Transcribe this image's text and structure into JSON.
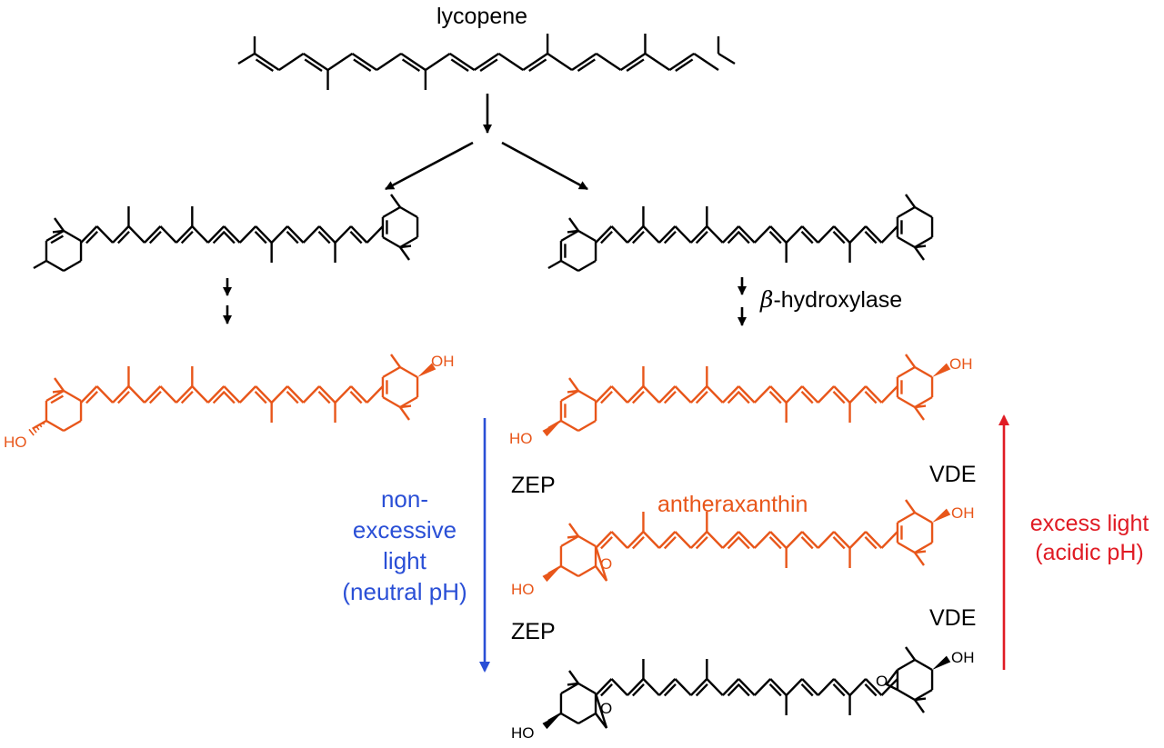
{
  "molecules": {
    "lycopene": {
      "name": "lycopene"
    },
    "alpha_carotene": {
      "name": ""
    },
    "beta_carotene": {
      "name": ""
    },
    "lutein": {
      "name": "",
      "hydroxyl_right": "OH",
      "hydroxyl_left": "HO"
    },
    "zeaxanthin": {
      "name": "",
      "hydroxyl_right": "OH",
      "hydroxyl_left": "HO"
    },
    "antheraxanthin": {
      "name": "antheraxanthin",
      "hydroxyl_right": "OH",
      "hydroxyl_left": "HO",
      "epoxide": "O"
    },
    "violaxanthin": {
      "name": "",
      "hydroxyl_right": "OH",
      "hydroxyl_left": "HO",
      "epoxide_left": "O",
      "epoxide_right": "O"
    }
  },
  "enzymes": {
    "hydroxylase": {
      "symbol": "β",
      "text": "-hydroxylase"
    },
    "zep_1": "ZEP",
    "zep_2": "ZEP",
    "vde_1": "VDE",
    "vde_2": "VDE"
  },
  "conditions": {
    "low_light": [
      "non-",
      "excessive",
      "light",
      "(neutral pH)"
    ],
    "high_light": [
      "excess light",
      "(acidic pH)"
    ]
  },
  "colors": {
    "black": "#000000",
    "xanthophyll_orange": "#e8561a",
    "low_light_blue": "#2a4fd6",
    "high_light_red": "#e01b24"
  }
}
